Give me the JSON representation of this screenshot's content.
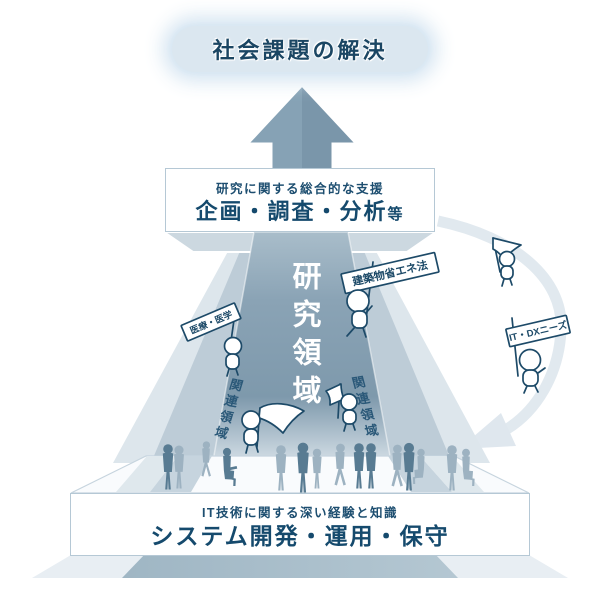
{
  "goal": {
    "label": "社会課題の解決"
  },
  "support_box": {
    "subtitle": "研究に関する総合的な支援",
    "title": "企画・調査・分析",
    "suffix": "等"
  },
  "research_area": {
    "label": "研究領域"
  },
  "flags": {
    "medical": "医療・医学",
    "building_energy": "建築物省エネ法",
    "it_dx": "IT・DXニーズ",
    "related_left": "関連領域",
    "related_right": "関連領域"
  },
  "base_box": {
    "subtitle": "IT技術に関する深い経験と知識",
    "title": "システム開発・運用・保守"
  },
  "colors": {
    "navy_text": "#1b4663",
    "outline_navy": "#1d4a68",
    "arrow_blue": "#7e9bb0",
    "column_top": "#a9bdca",
    "column_dark": "#7e99ac",
    "flare_mid": "#bdccd7",
    "flare_light": "#dde6ec",
    "cycle_arc": "#e1e9ef",
    "pedestal": "#ccd8e0",
    "base_dark": "#a9bec9",
    "base_light": "#e8eef3",
    "people_dark": "#587b92",
    "people_light": "#9db2c1",
    "pill_bg": "#dbe7f0"
  }
}
